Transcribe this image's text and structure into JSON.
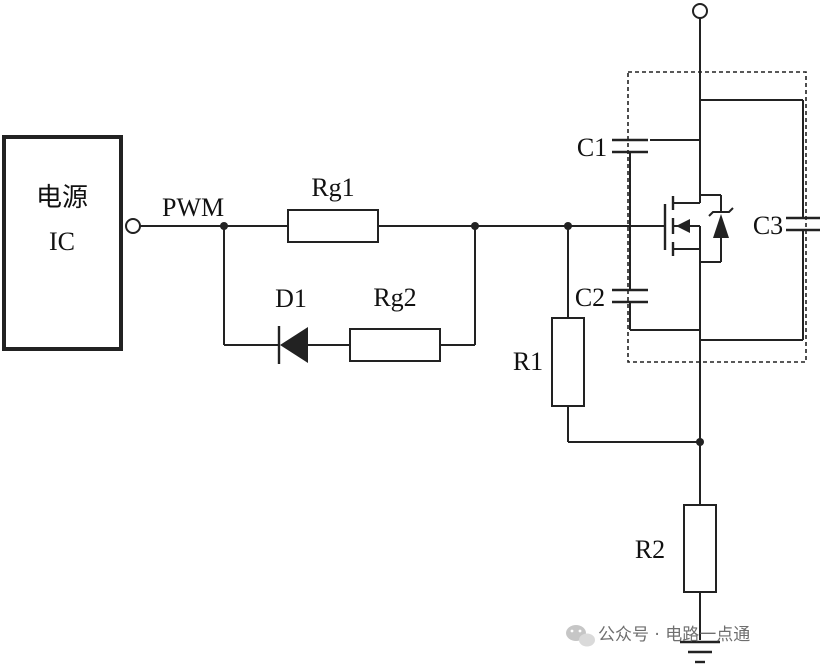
{
  "labels": {
    "ic_line1": "电源",
    "ic_line2": "IC",
    "pwm": "PWM",
    "rg1": "Rg1",
    "rg2": "Rg2",
    "d1": "D1",
    "r1": "R1",
    "r2": "R2",
    "c1": "C1",
    "c2": "C2",
    "c3": "C3"
  },
  "watermark": {
    "text": "公众号 · 电路一点通",
    "icon": "wechat-icon"
  }
}
